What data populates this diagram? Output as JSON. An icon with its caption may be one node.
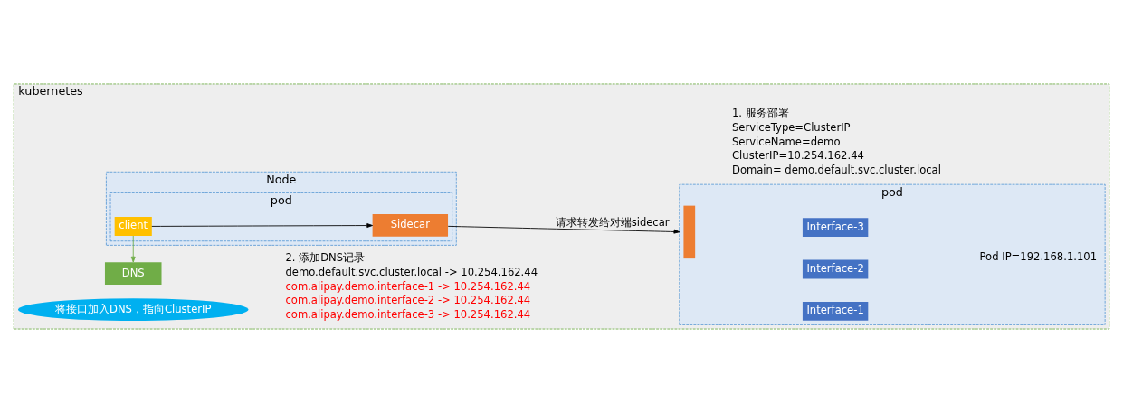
{
  "diagram": {
    "nodes": [
      {
        "text": [
          "kubernetes"
        ]
      },
      {
        "text": [
          "Node"
        ],
        "in": 0
      },
      {
        "text": [
          "pod"
        ],
        "in": 1
      },
      {
        "text": [
          "client"
        ],
        "in": 2
      },
      {
        "text": [
          "Sidecar"
        ],
        "in": 2
      },
      {
        "text": [
          "DNS"
        ],
        "in": 0
      },
      {
        "text": [
          "pod",
          "Pod IP=192.168.1.101"
        ],
        "in": 0
      },
      {
        "text": [],
        "shape": "bar",
        "in": 6
      },
      {
        "text": [
          "Interface-1"
        ],
        "in": 6
      },
      {
        "text": [
          "Interface-2"
        ],
        "in": 6
      },
      {
        "text": [
          "Interface-3"
        ],
        "in": 6
      },
      {
        "text": [
          "将接口加入DNS，指向ClusterIP"
        ],
        "in": 0
      }
    ],
    "edges": [
      {
        "from": 3,
        "to": 4,
        "arrow": "to"
      },
      {
        "from": 4,
        "to": 6,
        "arrow": "to",
        "label": "请求转发给对端sidecar"
      },
      {
        "from": 3,
        "to": 5,
        "arrow": "to",
        "color": "#70ad47"
      }
    ],
    "labels": [
      "2. 添加DNS记录",
      "demo.default.svc.cluster.local -> 10.254.162.44",
      "com.alipay.demo.interface-1 -> 10.254.162.44",
      "com.alipay.demo.interface-2 -> 10.254.162.44",
      "com.alipay.demo.interface-3 -> 10.254.162.44",
      "1. 服务部署",
      "ServiceType=ClusterIP",
      "ServiceName=demo",
      "ClusterIP=10.254.162.44",
      "Domain= demo.default.svc.cluster.local"
    ]
  }
}
